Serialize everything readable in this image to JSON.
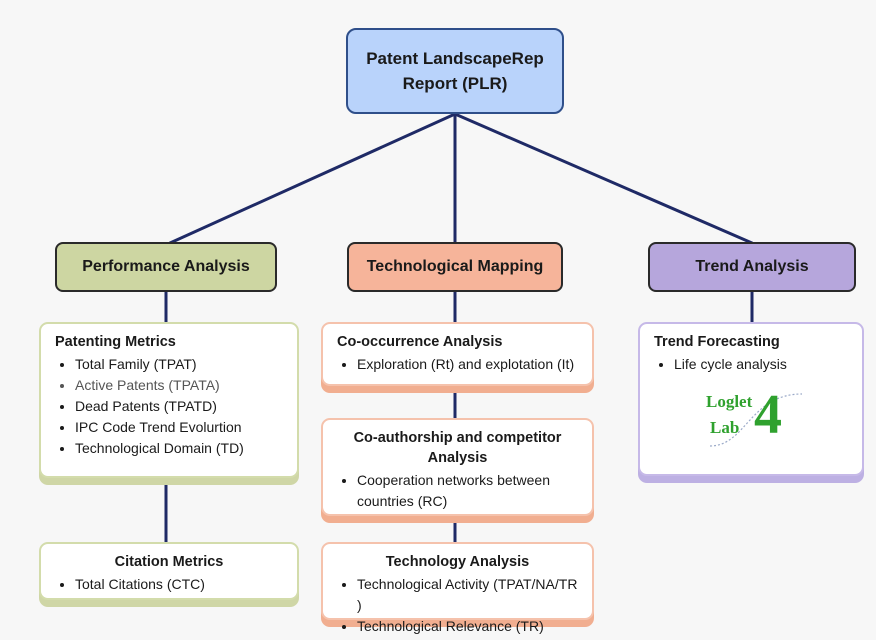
{
  "root": {
    "line1": "Patent LandscapeRep",
    "line2": "Report (PLR)"
  },
  "categories": {
    "performance": "Performance Analysis",
    "technological": "Technological Mapping",
    "trend": "Trend Analysis"
  },
  "patenting_metrics": {
    "title": "Patenting Metrics",
    "items": [
      "Total Family (TPAT)",
      "Active Patents (TPATA)",
      "Dead Patents (TPATD)",
      "IPC Code Trend Evolurtion",
      "Technological Domain (TD)"
    ]
  },
  "citation_metrics": {
    "title": "Citation Metrics",
    "items": [
      "Total Citations  (CTC)"
    ]
  },
  "cooccurrence": {
    "title": "Co-occurrence Analysis",
    "items": [
      "Exploration (Rt) and explotation (It)"
    ]
  },
  "coauthorship": {
    "title": "Co-authorship and competitor Analysis",
    "items": [
      "Cooperation networks between countries (RC)"
    ]
  },
  "technology": {
    "title": "Technology Analysis",
    "items": [
      "Technological Activity (TPAT/NA/TR )",
      "Technological Relevance (TR)"
    ]
  },
  "trend_forecasting": {
    "title": "Trend Forecasting",
    "items": [
      "Life cycle analysis"
    ]
  },
  "logo": {
    "line1": "Loglet",
    "line2": "Lab",
    "mark": "4"
  },
  "colors": {
    "connector": "#1f2a66",
    "root_fill": "#b9d3fb",
    "performance_fill": "#cdd6a2",
    "technological_fill": "#f6b49a",
    "trend_fill": "#b6a6dc",
    "logo_green": "#2fa12e"
  }
}
